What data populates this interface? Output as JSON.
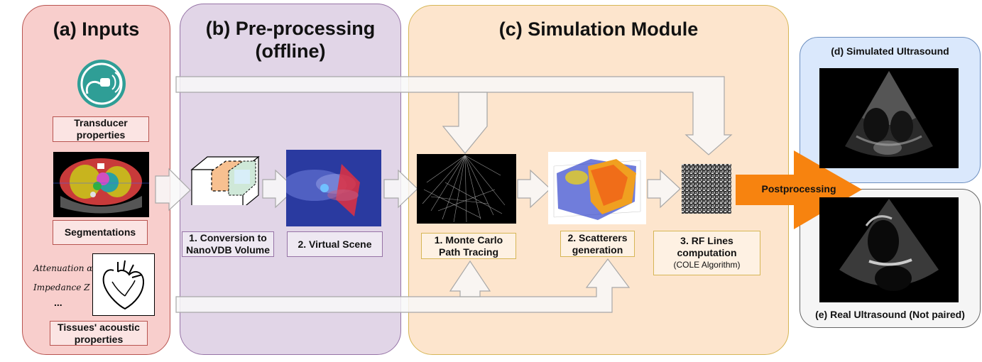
{
  "panels": {
    "inputs": {
      "title": "(a) Inputs"
    },
    "preprocessing": {
      "title_line1": "(b) Pre-processing",
      "title_line2": "(offline)"
    },
    "simulation": {
      "title": "(c) Simulation Module"
    },
    "simulated": {
      "title": "(d) Simulated Ultrasound"
    },
    "real": {
      "title": "(e) Real Ultrasound (Not paired)"
    }
  },
  "inputs": {
    "transducer_line1": "Transducer",
    "transducer_line2": "properties",
    "segmentations": "Segmentations",
    "attenuation": "Attenuation α",
    "impedance": "Impedance Z",
    "ellipsis": "...",
    "tissues_line1": "Tissues' acoustic",
    "tissues_line2": "properties"
  },
  "preprocessing": {
    "step1_line1": "1. Conversion to",
    "step1_line2": "NanoVDB Volume",
    "step2": "2. Virtual Scene"
  },
  "simulation": {
    "step1_line1": "1. Monte Carlo",
    "step1_line2": "Path Tracing",
    "step2_line1": "2. Scatterers",
    "step2_line2": "generation",
    "step3_line1": "3. RF Lines",
    "step3_line2": "computation",
    "step3_line3": "(COLE Algorithm)"
  },
  "postprocessing": {
    "label": "Postprocessing"
  },
  "colors": {
    "inputs_bg": "#f8cecc",
    "inputs_border": "#b85450",
    "pre_bg": "#e1d5e7",
    "pre_border": "#9673a6",
    "sim_bg": "#fde5cd",
    "sim_border": "#d6b656",
    "simulated_bg": "#dae8fc",
    "simulated_border": "#6c8ebf",
    "real_bg": "#f5f5f5",
    "real_border": "#666666",
    "accent_orange": "#f7830f",
    "transducer_teal": "#2f9e96"
  }
}
